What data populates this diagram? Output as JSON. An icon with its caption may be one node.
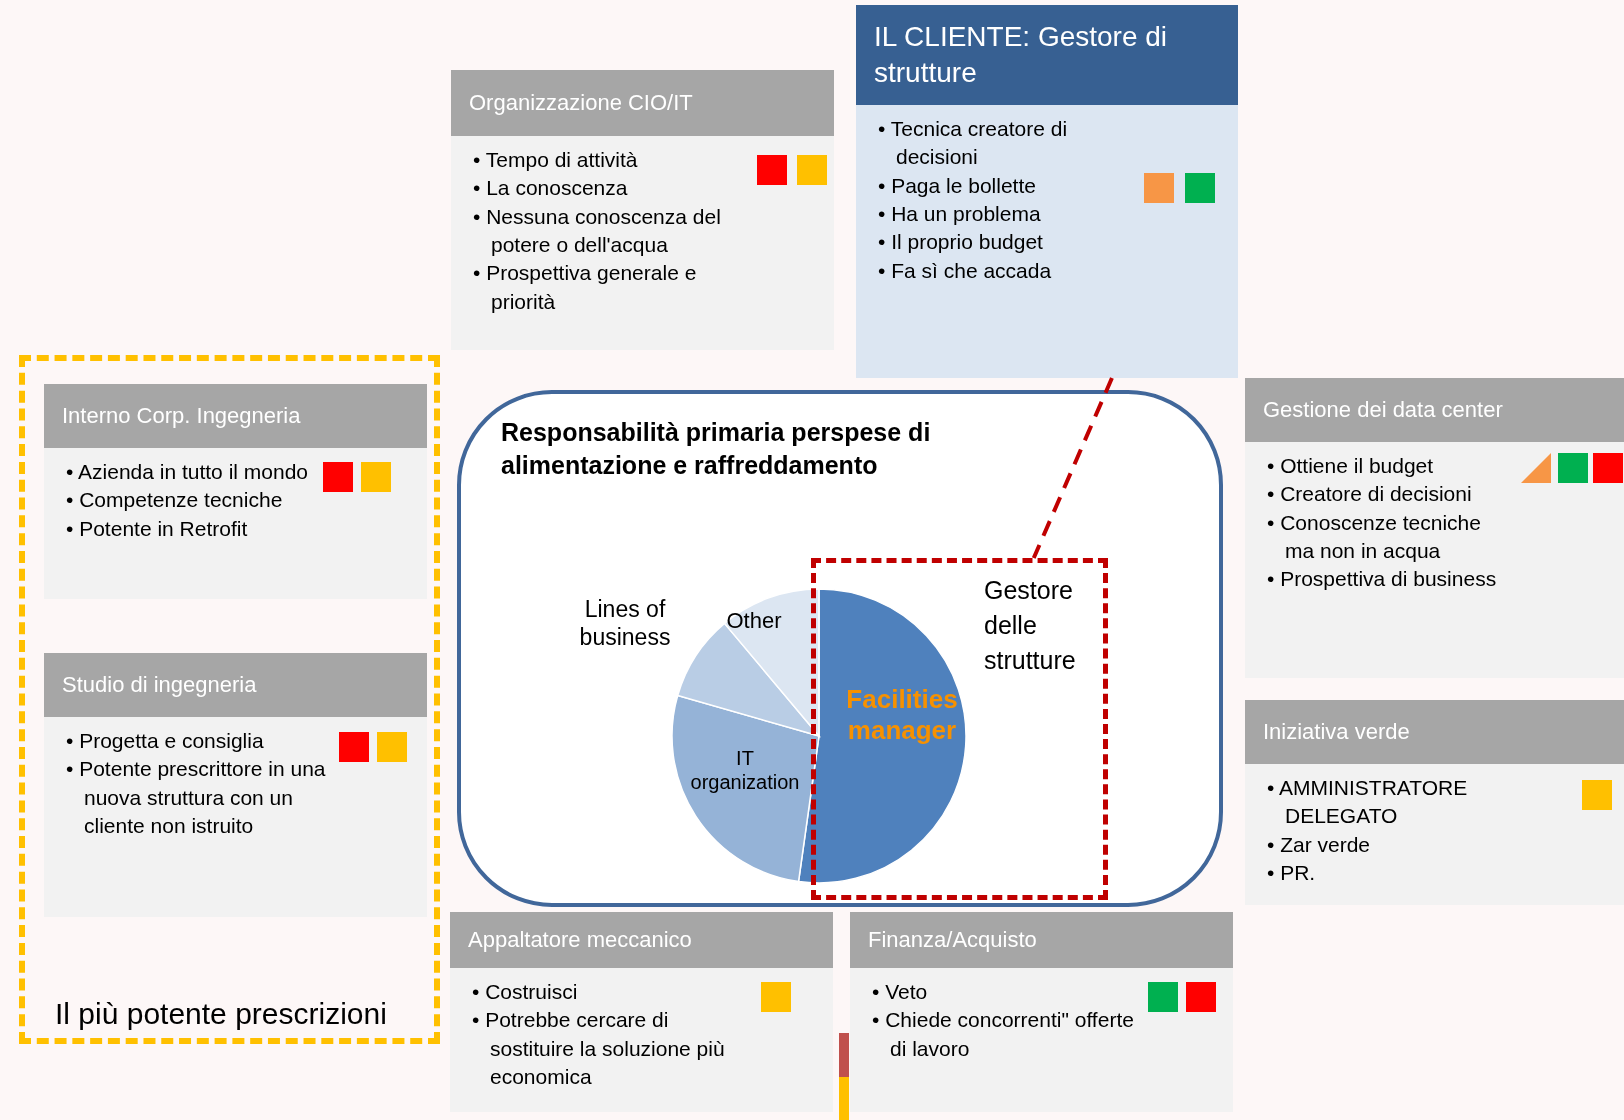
{
  "diagram": {
    "nodes": [
      {
        "text": [
          "Il più potente prescrizioni"
        ]
      },
      {
        "text": [
          "Interno Corp. Ingegneria",
          "• Azienda in tutto il mondo",
          "• Competenze tecniche",
          "• Potente in Retrofit"
        ],
        "in": 0
      },
      {
        "text": [
          "Studio di ingegneria",
          "• Progetta e consiglia",
          "• Potente prescrittore in una nuova struttura con un cliente non istruito"
        ],
        "in": 0
      },
      {
        "text": [
          "Organizzazione CIO/IT",
          "• Tempo di attività",
          "• La conoscenza",
          "• Nessuna conoscenza del potere o dell'acqua",
          "• Prospettiva generale e priorità"
        ]
      },
      {
        "text": [
          "IL CLIENTE: Gestore di strutture",
          "• Tecnica creatore di decisioni",
          "• Paga le bollette",
          "• Ha un problema",
          "• Il proprio budget",
          "• Fa sì che accada"
        ]
      },
      {
        "text": [
          "Responsabilità primaria perspese di alimentazione e raffreddamento"
        ]
      },
      {
        "text": [
          "Gestore delle strutture"
        ],
        "in": 5
      },
      {
        "text": [
          "Gestione dei data center",
          "• Ottiene il budget",
          "• Creatore di decisioni",
          "• Conoscenze tecniche ma non in acqua",
          "• Prospettiva di business"
        ]
      },
      {
        "text": [
          "Iniziativa verde",
          "• AMMINISTRATORE DELEGATO",
          "• Zar verde",
          "• PR."
        ]
      },
      {
        "text": [
          "Appaltatore meccanico",
          "• Costruisci",
          "• Potrebbe cercare di sostituire la soluzione più economica"
        ]
      },
      {
        "text": [
          "Finanza/Acquisto",
          "• Veto",
          "• Chiede concorrenti\" offerte di lavoro"
        ]
      }
    ],
    "edges": [
      {
        "from": 4,
        "to": 6,
        "arrow": "none",
        "style": "dashed",
        "color": "#c00000"
      }
    ],
    "labels": [
      "Lines of business",
      "Other",
      "IT organization",
      "Facilities manager"
    ]
  }
}
